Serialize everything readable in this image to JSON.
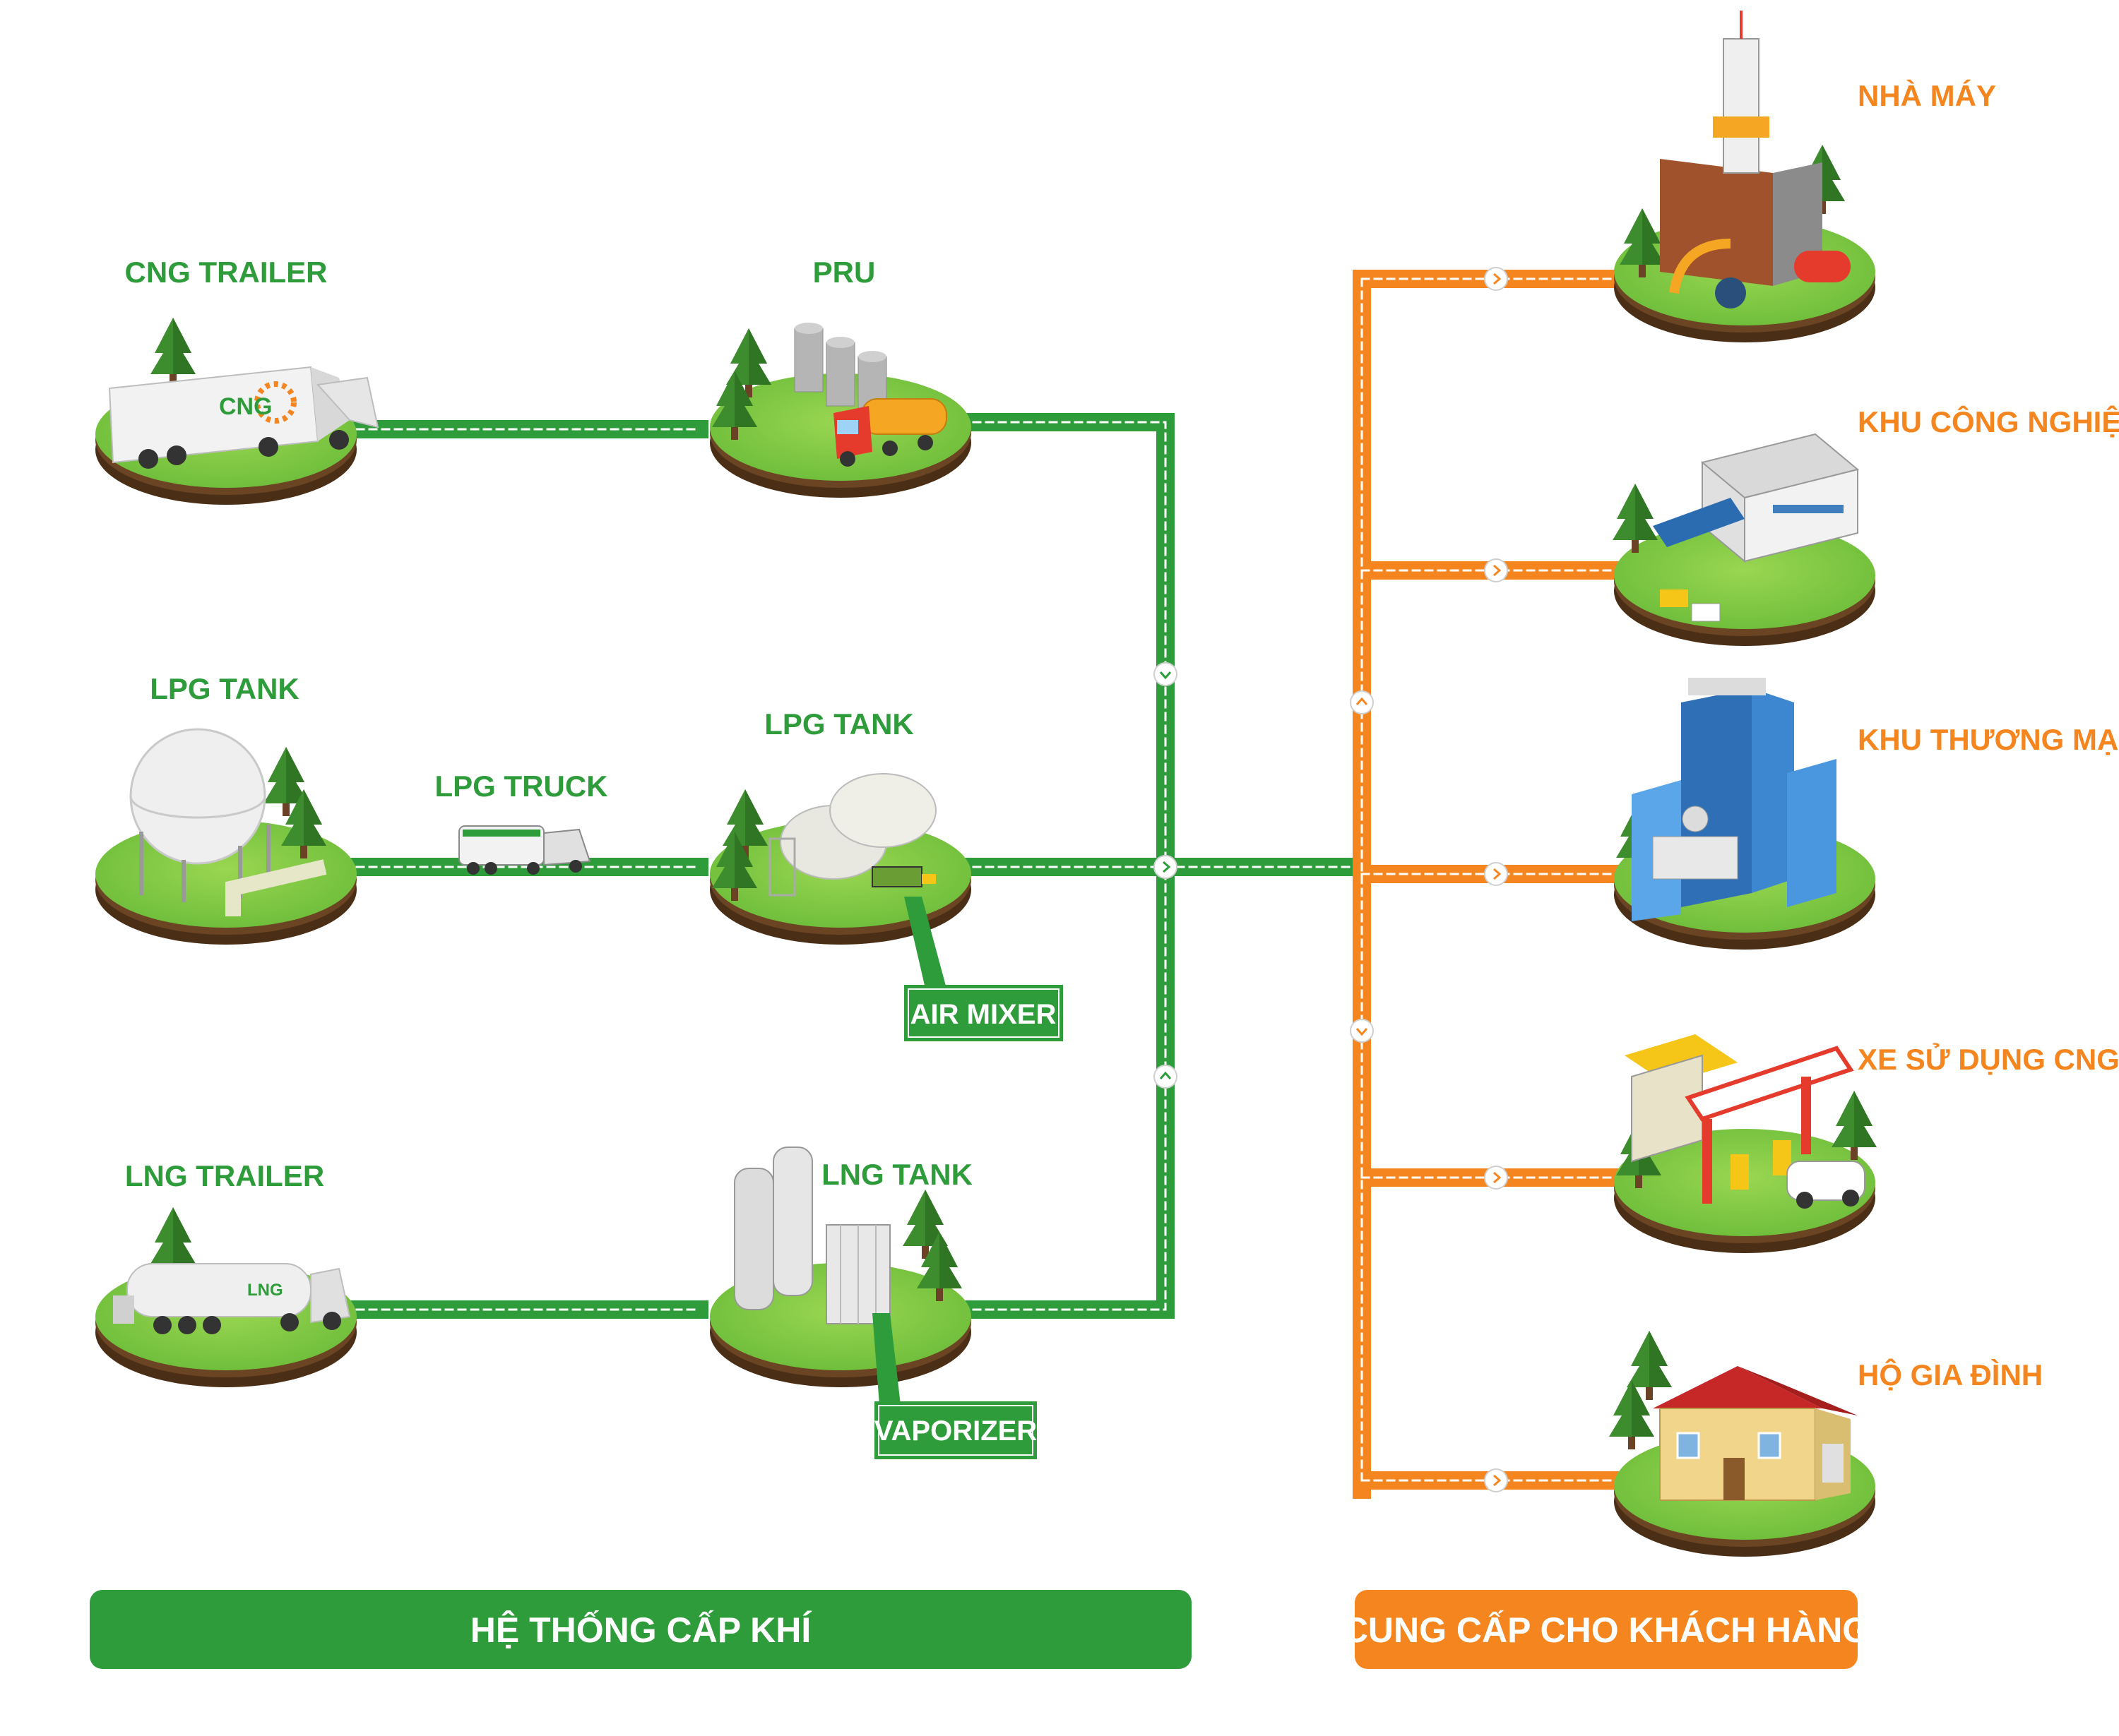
{
  "colors": {
    "green": "#2e9c3a",
    "dark_green": "#1f8a3a",
    "orange": "#f5861f",
    "grass": "#7ac943",
    "soil": "#5a3a1e"
  },
  "supply": {
    "cng_trailer": "CNG TRAILER",
    "pru": "PRU",
    "lpg_tank_source": "LPG TANK",
    "lpg_truck": "LPG TRUCK",
    "lpg_tank_station": "LPG TANK",
    "air_mixer": "AIR MIXER",
    "lng_trailer": "LNG  TRAILER",
    "lng_tank": "LNG TANK",
    "vaporizer": "VAPORIZER",
    "cng_logo": "CNG",
    "lng_logo": "LNG"
  },
  "customers": {
    "factory": "NHÀ MÁY",
    "industrial_zone": "KHU CÔNG NGHIỆP",
    "commercial_zone": "KHU THƯƠNG MẠI",
    "cng_vehicles": "XE SỬ DỤNG CNG",
    "household": "HỘ GIA ĐÌNH"
  },
  "banners": {
    "supply_system": "HỆ THỐNG CẤP KHÍ",
    "customer_supply": "CUNG CẤP CHO KHÁCH HÀNG"
  },
  "icons": [
    "tree-icon",
    "truck-icon",
    "tank-icon",
    "factory-icon",
    "building-icon",
    "gas-station-icon",
    "house-icon",
    "arrow-right-icon",
    "arrow-up-icon",
    "arrow-down-icon"
  ]
}
